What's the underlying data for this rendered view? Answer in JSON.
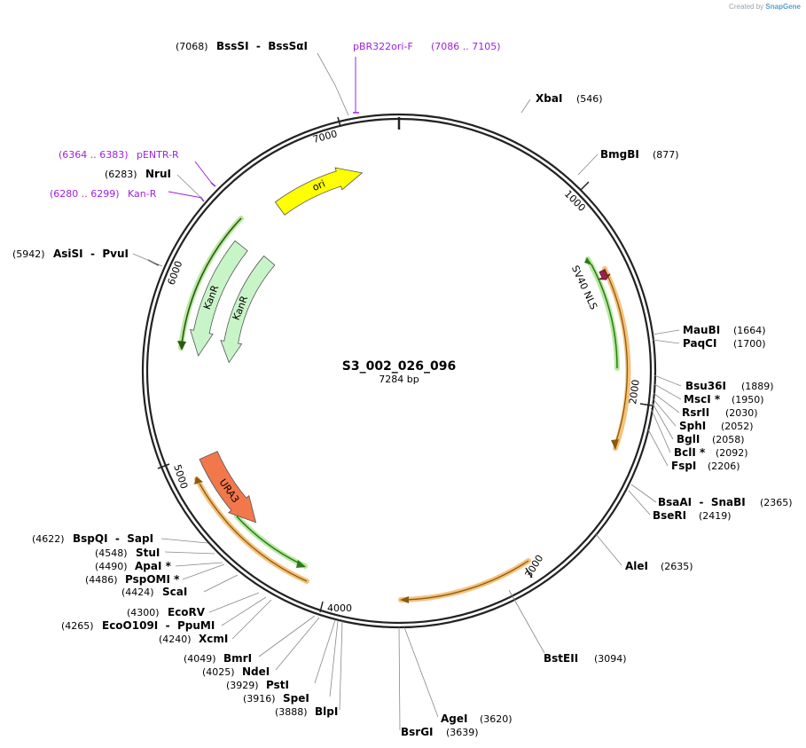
{
  "credit": {
    "prefix": "Created by",
    "brand": "SnapGene"
  },
  "plasmid": {
    "name": "S3_002_026_096",
    "size_label": "7284 bp",
    "length": 7284
  },
  "ticks": [
    {
      "pos": 1000,
      "label": "1000"
    },
    {
      "pos": 2000,
      "label": "2000"
    },
    {
      "pos": 3000,
      "label": "3000"
    },
    {
      "pos": 4000,
      "label": "4000"
    },
    {
      "pos": 5000,
      "label": "5000"
    },
    {
      "pos": 6000,
      "label": "6000"
    },
    {
      "pos": 7000,
      "label": "7000"
    }
  ],
  "features": [
    {
      "name": "ori",
      "label": "ori",
      "start": 6550,
      "end": 7070,
      "dir": "cw",
      "color": "#ffff00"
    },
    {
      "name": "kanr-outer",
      "label": "KanR",
      "start": 5550,
      "end": 6240,
      "dir": "ccw",
      "color": "#c8f5c8"
    },
    {
      "name": "kanr-inner",
      "label": "KanR",
      "start": 5520,
      "end": 6280,
      "dir": "ccw",
      "color": "#c8f5c8"
    },
    {
      "name": "ura3",
      "label": "URA3",
      "start": 4520,
      "end": 4980,
      "dir": "ccw",
      "color": "#f2784b"
    },
    {
      "name": "sv40-nls",
      "label": "SV40 NLS",
      "start": 1290,
      "end": 1340,
      "dir": "cw",
      "color": "#9c2148"
    }
  ],
  "sites": [
    {
      "name": "BssSI  -  BssSαI",
      "pos": "(7068)"
    },
    {
      "name": "XbaI",
      "pos": "(546)"
    },
    {
      "name": "BmgBI",
      "pos": "(877)"
    },
    {
      "name": "MauBI",
      "pos": "(1664)"
    },
    {
      "name": "PaqCI",
      "pos": "(1700)"
    },
    {
      "name": "Bsu36I",
      "pos": "(1889)"
    },
    {
      "name": "MscI *",
      "pos": "(1950)"
    },
    {
      "name": "RsrII",
      "pos": "(2030)"
    },
    {
      "name": "SphI",
      "pos": "(2052)"
    },
    {
      "name": "BglI",
      "pos": "(2058)"
    },
    {
      "name": "BclI *",
      "pos": "(2092)"
    },
    {
      "name": "FspI",
      "pos": "(2206)"
    },
    {
      "name": "BsaAI  -  SnaBI",
      "pos": "(2365)"
    },
    {
      "name": "BseRI",
      "pos": "(2419)"
    },
    {
      "name": "AleI",
      "pos": "(2635)"
    },
    {
      "name": "BstEII",
      "pos": "(3094)"
    },
    {
      "name": "AgeI",
      "pos": "(3620)"
    },
    {
      "name": "BsrGI",
      "pos": "(3639)"
    },
    {
      "name": "BlpI",
      "pos": "(3888)"
    },
    {
      "name": "SpeI",
      "pos": "(3916)"
    },
    {
      "name": "PstI",
      "pos": "(3929)"
    },
    {
      "name": "NdeI",
      "pos": "(4025)"
    },
    {
      "name": "BmrI",
      "pos": "(4049)"
    },
    {
      "name": "XcmI",
      "pos": "(4240)"
    },
    {
      "name": "EcoO109I  -  PpuMI",
      "pos": "(4265)"
    },
    {
      "name": "EcoRV",
      "pos": "(4300)"
    },
    {
      "name": "ScaI",
      "pos": "(4424)"
    },
    {
      "name": "PspOMI *",
      "pos": "(4486)"
    },
    {
      "name": "ApaI *",
      "pos": "(4490)"
    },
    {
      "name": "StuI",
      "pos": "(4548)"
    },
    {
      "name": "BspQI  -  SapI",
      "pos": "(4622)"
    },
    {
      "name": "AsiSI  -  PvuI",
      "pos": "(5942)"
    },
    {
      "name": "NruI",
      "pos": "(6283)"
    }
  ],
  "primers": [
    {
      "name": "pBR322ori-F",
      "range": "(7086 .. 7105)"
    },
    {
      "name": "pENTR-R",
      "range": "(6364 .. 6383)"
    },
    {
      "name": "Kan-R",
      "range": "(6280 .. 6299)"
    }
  ],
  "colors": {
    "backbone": "#222222",
    "primer": "#a020e0",
    "orf_glow": "#f5c27a",
    "orf_line": "#2a7a1a",
    "leader": "#888888"
  }
}
